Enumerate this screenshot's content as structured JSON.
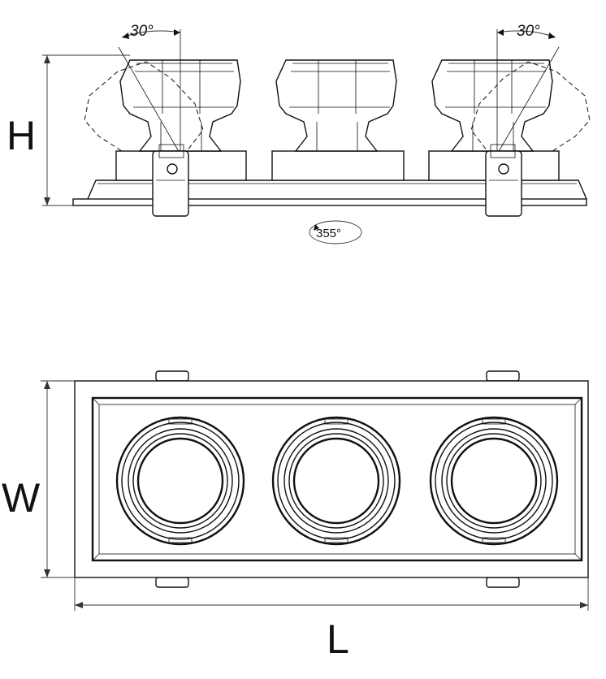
{
  "side_view": {
    "height_label": "H",
    "tilt_left": "30°",
    "tilt_right": "30°",
    "rotation": "355°"
  },
  "top_view": {
    "width_label": "W",
    "length_label": "L"
  }
}
